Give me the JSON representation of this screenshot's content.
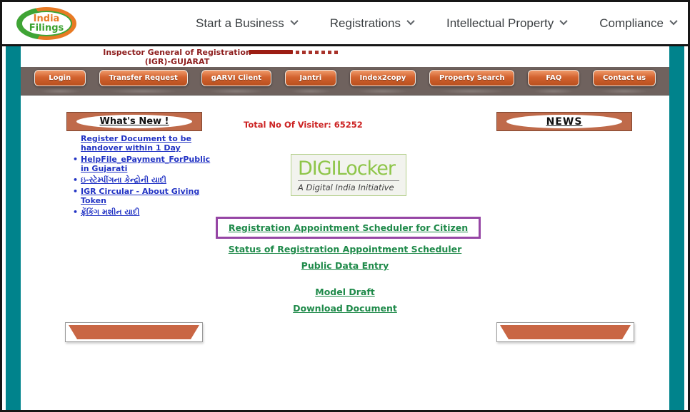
{
  "top_nav": {
    "logo": {
      "line1": "India",
      "line2": "Filings"
    },
    "items": [
      {
        "label": "Start a Business"
      },
      {
        "label": "Registrations"
      },
      {
        "label": "Intellectual Property"
      },
      {
        "label": "Compliance"
      }
    ]
  },
  "site": {
    "org_title": {
      "line1": "Inspector General of Registration",
      "line2": "(IGR)-GUJARAT"
    },
    "nav_buttons": [
      {
        "label": "Login"
      },
      {
        "label": "Transfer Request"
      },
      {
        "label": "gARVI Client"
      },
      {
        "label": "Jantri"
      },
      {
        "label": "Index2copy"
      },
      {
        "label": "Property Search"
      },
      {
        "label": "FAQ"
      },
      {
        "label": "Contact us"
      }
    ],
    "visitor_counter": "Total No Of Visiter: 65252",
    "whats_new": {
      "title": "What's New !",
      "bullet": "•",
      "links": [
        {
          "label": "Register Document to be handover within 1 Day"
        },
        {
          "label": "HelpFile_ePayment_ForPublic in Gujarati"
        },
        {
          "label": "ઇ-સ્ટેમ્પીંગના કેન્દ્રોની યાદી"
        },
        {
          "label": "IGR Circular - About Giving Token"
        },
        {
          "label": "ફ્રેંકિંગ મશીન યાદી"
        }
      ]
    },
    "news": {
      "title": "NEWS"
    },
    "digilocker": {
      "title": "DIGILocker",
      "subtitle": "A Digital India Initiative"
    },
    "main_links": [
      {
        "label": "Registration Appointment Scheduler for Citizen",
        "highlighted": true
      },
      {
        "label": "Status of Registration Appointment Scheduler"
      },
      {
        "label": "Public Data Entry"
      },
      {
        "label": "Model Draft"
      },
      {
        "label": "Download Document"
      }
    ],
    "colors": {
      "teal_frame": "#00838c",
      "bar_gray": "#6f625e",
      "button_orange": "#d2632f",
      "banner_orange": "#bf6a4a",
      "link_blue": "#2233c4",
      "link_green": "#1f8a4a",
      "maroon_title": "#8e1f1f",
      "visitor_red": "#cc2222",
      "highlight_purple": "#9646a5",
      "digilocker_green": "#8ec549"
    }
  }
}
